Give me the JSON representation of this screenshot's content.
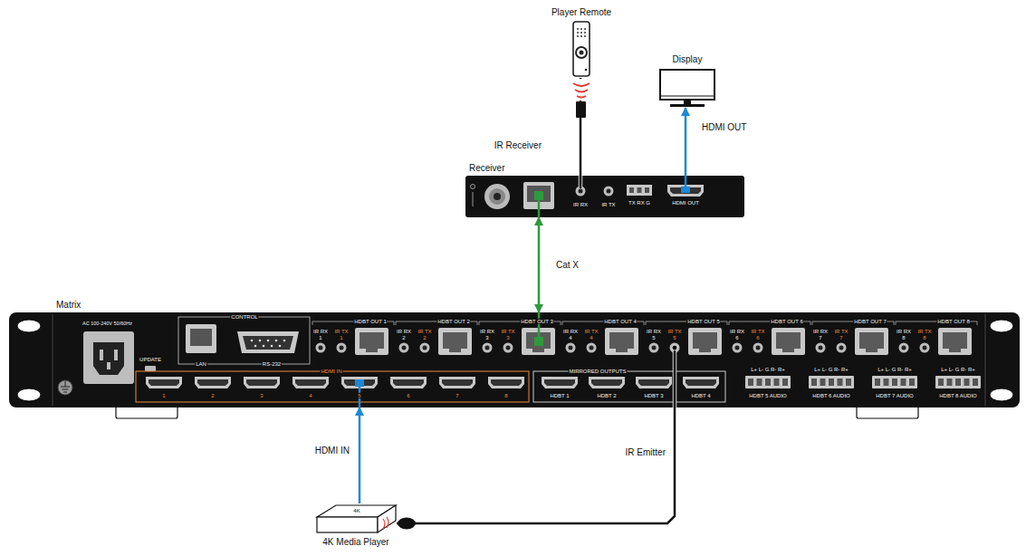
{
  "diagram": {
    "nodes": [
      {
        "text": [
          "Player Remote"
        ]
      },
      {
        "text": [
          "Display"
        ]
      },
      {
        "text": [
          "Receiver"
        ]
      },
      {
        "text": [
          "Matrix"
        ]
      },
      {
        "text": [
          "4K Media Player"
        ]
      }
    ],
    "edges": [
      {
        "from": 0,
        "to": 2,
        "label": "IR Receiver",
        "arrow": "none"
      },
      {
        "from": 2,
        "to": 1,
        "label": "HDMI OUT",
        "arrow": "to"
      },
      {
        "from": 3,
        "to": 2,
        "label": "Cat X",
        "arrow": "both"
      },
      {
        "from": 4,
        "to": 3,
        "label": "HDMI IN",
        "arrow": "to"
      },
      {
        "from": 3,
        "to": 4,
        "label": "IR Emitter",
        "arrow": "none"
      }
    ],
    "labels": [
      "IR RX",
      "IR TX",
      "TX RX G",
      "HDMI OUT",
      "4K",
      "AC 100-240V 50/60Hz",
      "UPDATE",
      "CONTROL",
      "LAN",
      "RS-232",
      "HDBT OUT 1",
      "IR RX",
      "1",
      "IR TX",
      "1",
      "HDBT OUT 2",
      "IR RX",
      "2",
      "IR TX",
      "2",
      "HDBT OUT 3",
      "IR RX",
      "3",
      "IR TX",
      "3",
      "HDBT OUT 4",
      "IR RX",
      "4",
      "IR TX",
      "4",
      "HDBT OUT 5",
      "IR RX",
      "5",
      "IR TX",
      "5",
      "HDBT OUT 6",
      "IR RX",
      "6",
      "IR TX",
      "6",
      "HDBT OUT 7",
      "IR RX",
      "7",
      "IR TX",
      "7",
      "HDBT OUT 8",
      "IR RX",
      "8",
      "IR TX",
      "8",
      "HDMI IN",
      "1",
      "2",
      "3",
      "4",
      "5",
      "6",
      "7",
      "8",
      "MIRRORED OUTPUTS",
      "HDBT 1",
      "HDBT 2",
      "HDBT 3",
      "HDBT 4",
      "L+ L- G R- R+",
      "HDBT 5 AUDIO",
      "L+ L- G R- R+",
      "HDBT 6 AUDIO",
      "L+ L- G R- R+",
      "HDBT 7 AUDIO",
      "L+ L- G R- R+",
      "HDBT 8 AUDIO"
    ]
  }
}
